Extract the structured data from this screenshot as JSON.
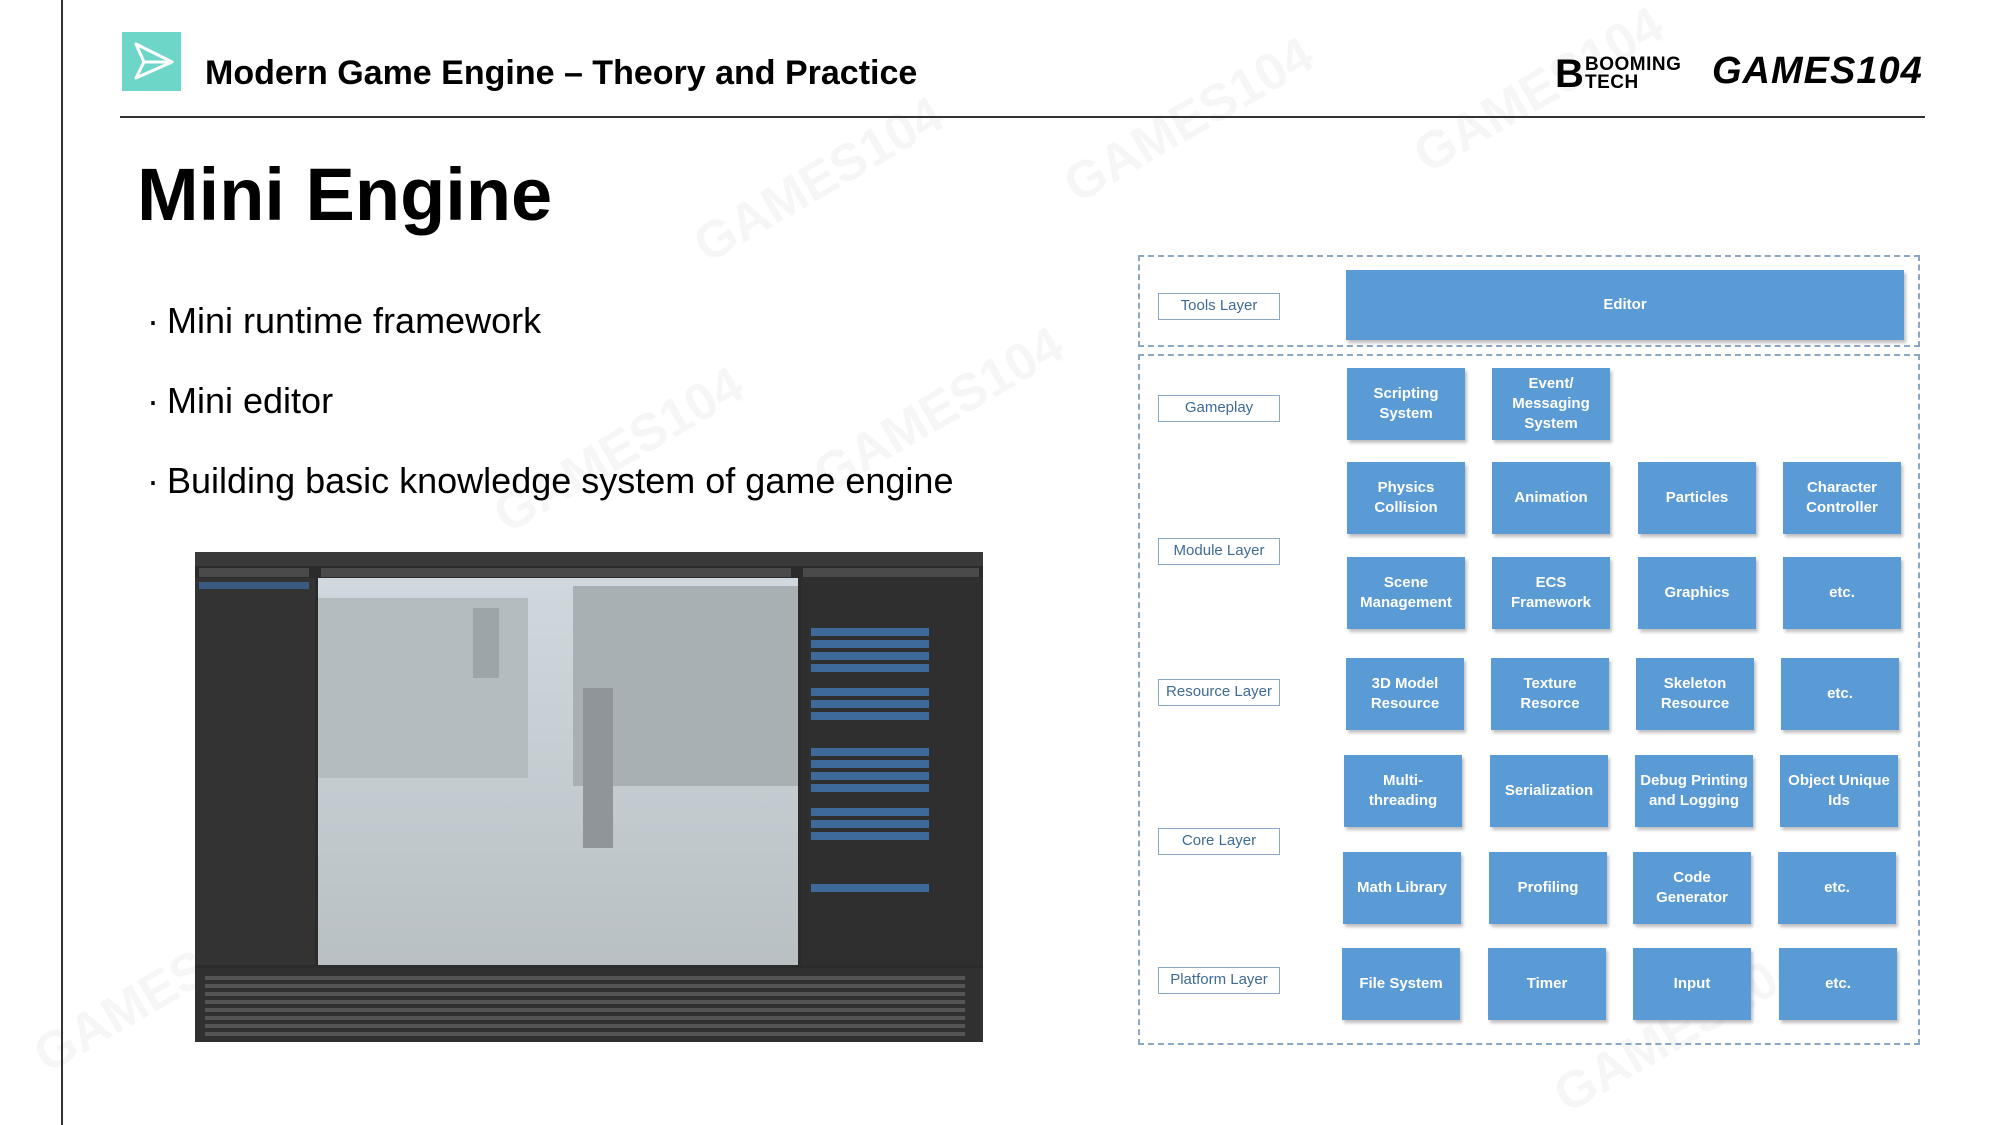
{
  "header": {
    "course_title": "Modern Game Engine – Theory and Practice",
    "booming_logo_text": "BOOMING TECH",
    "games_logo_text": "GAMES104"
  },
  "slide": {
    "title": "Mini Engine",
    "bullet_marker": "·",
    "bullets": [
      "Mini runtime framework",
      "Mini editor",
      "Building basic knowledge system of game engine"
    ]
  },
  "diagram": {
    "layer_labels": {
      "tools": "Tools Layer",
      "gameplay": "Gameplay",
      "module": "Module Layer",
      "resource": "Resource Layer",
      "core": "Core Layer",
      "platform": "Platform Layer"
    },
    "modules": {
      "editor": "Editor",
      "scripting": "Scripting System",
      "event": "Event/ Messaging System",
      "physics": "Physics Collision",
      "animation": "Animation",
      "particles": "Particles",
      "character": "Character Controller",
      "scene": "Scene Management",
      "ecs": "ECS Framework",
      "graphics": "Graphics",
      "module_etc": "etc.",
      "model3d": "3D Model Resource",
      "texture": "Texture Resorce",
      "skeleton": "Skeleton Resource",
      "resource_etc": "etc.",
      "multithreading": "Multi- threading",
      "serialization": "Serialization",
      "debug": "Debug Printing and Logging",
      "objectids": "Object Unique Ids",
      "math": "Math Library",
      "profiling": "Profiling",
      "codegen": "Code Generator",
      "core_etc": "etc.",
      "filesystem": "File System",
      "timer": "Timer",
      "input": "Input",
      "platform_etc": "etc."
    },
    "module_color": "#5b9bd5",
    "label_border_color": "#8aa7c4"
  },
  "colors": {
    "logo_teal": "#6ed6c8"
  }
}
